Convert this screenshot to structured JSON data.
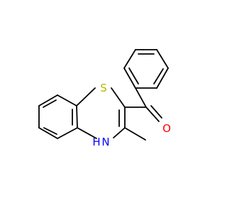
{
  "molecule": {
    "atoms": {
      "sulfur": "S",
      "oxygen": "O",
      "nitrogen": "N",
      "nitrogen_hydrogen": "H"
    },
    "colors": {
      "bond": "#000000",
      "sulfur": "#b8b800",
      "oxygen": "#ff0000",
      "nitrogen": "#0000ff"
    }
  }
}
